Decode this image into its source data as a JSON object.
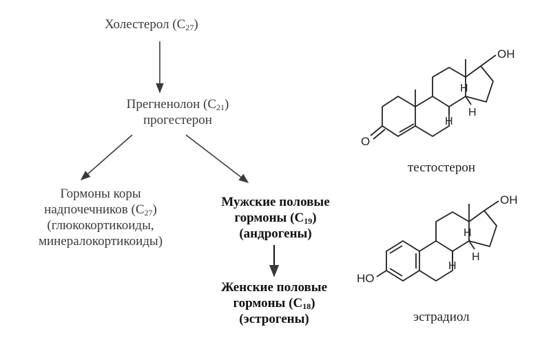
{
  "scheme": {
    "cholesterol": {
      "name": "Холестерол",
      "sub": "27"
    },
    "pregnenolone": {
      "name": "Прегненолон",
      "sub": "21",
      "line2": "прогестерон"
    },
    "adrenal": {
      "line1": "Гормоны коры",
      "line2_name": "надпочечников",
      "sub": "27",
      "line3": "(глюкокортикоиды,",
      "line4": "минералокортикоиды)"
    },
    "male": {
      "line1": "Мужские половые",
      "line2_name": "гормоны",
      "sub": "19",
      "line3": "(андрогены)"
    },
    "female": {
      "line1": "Женские половые",
      "line2_name": "гормоны",
      "sub": "18",
      "line3": "(эстрогены)"
    }
  },
  "molecules": {
    "testosterone": {
      "label": "тестостерон",
      "oh": "OH",
      "keto": "O",
      "h": "H"
    },
    "estradiol": {
      "label": "эстрадиол",
      "oh_top": "OH",
      "oh_phenol": "HO",
      "h": "H"
    }
  }
}
